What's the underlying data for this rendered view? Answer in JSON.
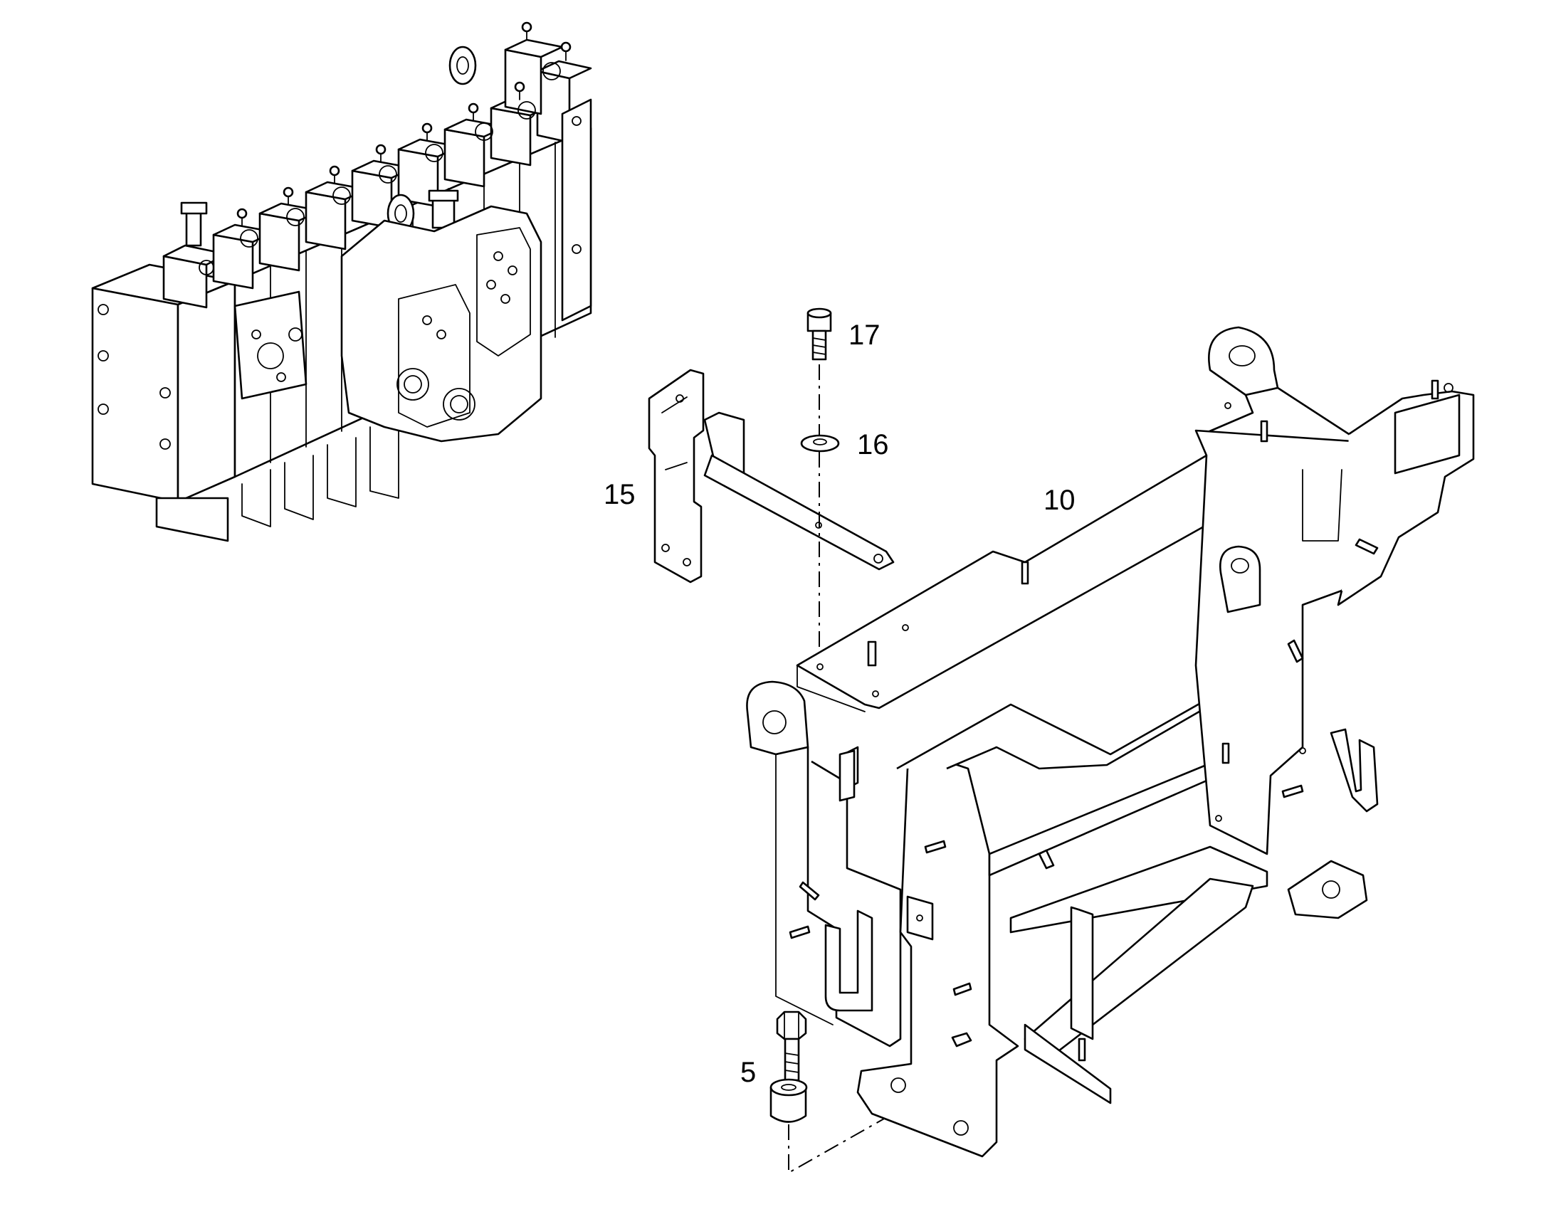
{
  "callouts": [
    {
      "id": "17",
      "label": "17"
    },
    {
      "id": "16",
      "label": "16"
    },
    {
      "id": "15",
      "label": "15"
    },
    {
      "id": "10",
      "label": "10"
    },
    {
      "id": "5",
      "label": "5"
    }
  ],
  "colors": {
    "line": "#000000",
    "background": "#ffffff"
  }
}
